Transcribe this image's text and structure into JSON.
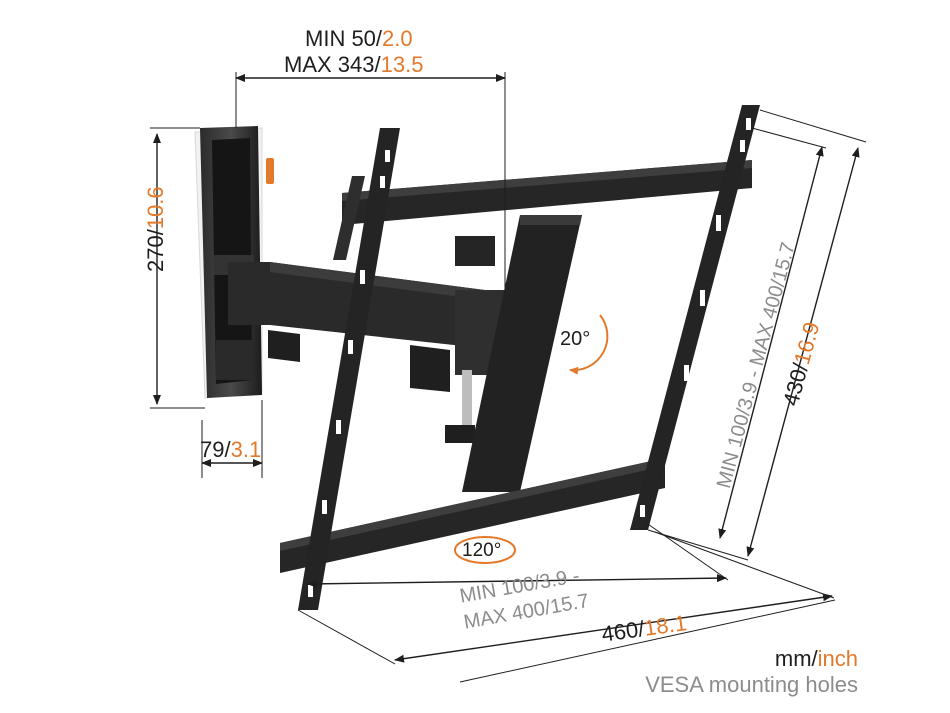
{
  "colors": {
    "accent_orange": "#e2792b",
    "text_dark": "#1e1e1e",
    "text_gray": "#8c8c8c",
    "mount_black": "#262626"
  },
  "dimensions": {
    "extension": {
      "min_label": "MIN 50/",
      "min_inch": "2.0",
      "max_label": "MAX 343/",
      "max_inch": "13.5"
    },
    "plate_height": {
      "mm": "270/",
      "inch": "10.6"
    },
    "plate_depth": {
      "mm": "79/",
      "inch": "3.1"
    },
    "vesa_vertical": {
      "line1_min": "MIN 100/",
      "line1_min_inch": "3.9 -",
      "line2_max": "MAX 400/",
      "line2_max_inch": "15.7"
    },
    "overall_height": {
      "mm": "430/",
      "inch": "16.9"
    },
    "vesa_horizontal": {
      "line1_min": "MIN 100/",
      "line1_min_inch": "3.9 -",
      "line2_max": "MAX 400/",
      "line2_max_inch": "15.7"
    },
    "overall_width": {
      "mm": "460/",
      "inch": "18.1"
    }
  },
  "angles": {
    "tilt": "20°",
    "swivel": "120°"
  },
  "legend": {
    "unit_mm": "mm/",
    "unit_inch": "inch",
    "caption": "VESA mounting holes"
  }
}
